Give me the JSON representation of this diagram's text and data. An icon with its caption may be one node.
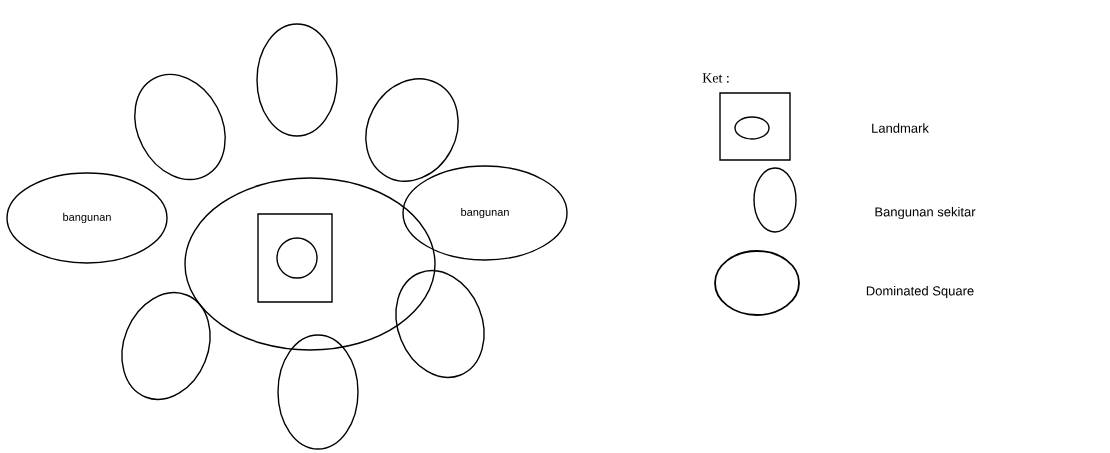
{
  "diagram": {
    "nodes": [
      {
        "text": [],
        "shape": "ellipse"
      },
      {
        "text": [],
        "shape": "ellipse"
      },
      {
        "text": [],
        "shape": "ellipse"
      },
      {
        "text": [
          "bangunan"
        ]
      },
      {
        "text": [],
        "shape": "ellipse"
      },
      {
        "text": [],
        "shape": "box",
        "in": 4
      },
      {
        "text": [],
        "shape": "circle",
        "in": 5
      },
      {
        "text": [
          "bangunan"
        ]
      },
      {
        "text": [],
        "shape": "ellipse"
      },
      {
        "text": [],
        "shape": "ellipse"
      },
      {
        "text": [],
        "shape": "ellipse"
      }
    ],
    "labels": [
      "Ket :"
    ],
    "legend": [
      {
        "text": "Landmark"
      },
      {
        "text": "Bangunan sekitar"
      },
      {
        "text": "Dominated Square"
      }
    ]
  }
}
